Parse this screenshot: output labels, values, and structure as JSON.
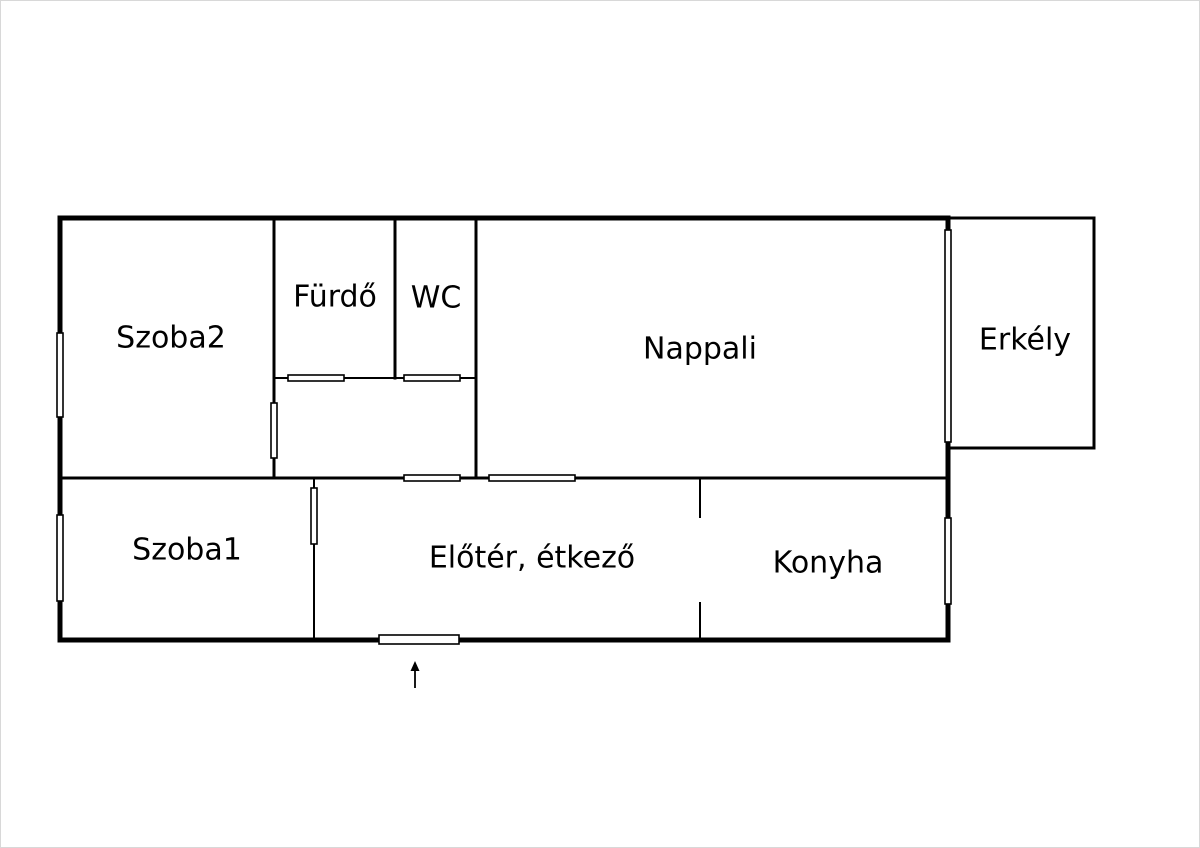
{
  "floor_plan": {
    "rooms": {
      "szoba2": "Szoba2",
      "furdo": "Fürdő",
      "wc": "WC",
      "nappali": "Nappali",
      "erkely": "Erkély",
      "szoba1": "Szoba1",
      "eloter": "Előtér, étkező",
      "konyha": "Konyha"
    },
    "entrance_icon": "up-arrow-icon"
  }
}
